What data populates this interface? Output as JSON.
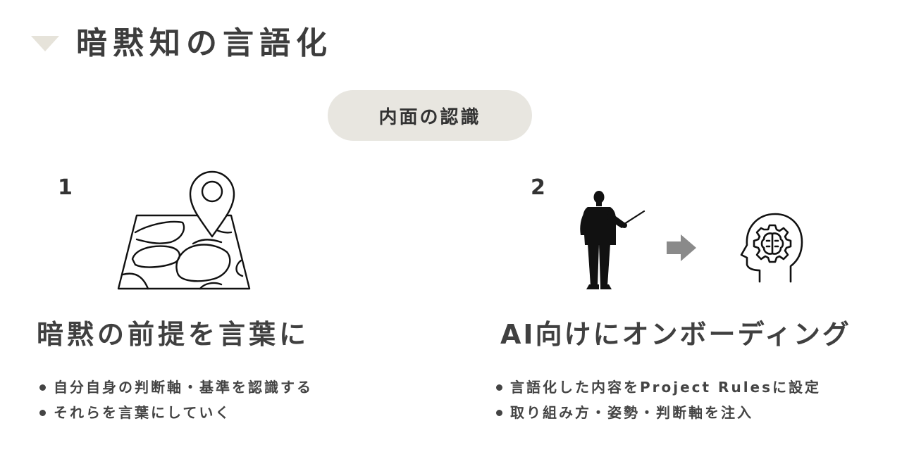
{
  "header": {
    "title": "暗黙知の言語化"
  },
  "pill": {
    "label": "内面の認識"
  },
  "sections": [
    {
      "number": "1",
      "heading": "暗黙の前提を言葉に",
      "bullets": [
        "自分自身の判断軸・基準を認識する",
        "それらを言葉にしていく"
      ]
    },
    {
      "number": "2",
      "heading": "AI向けにオンボーディング",
      "bullets": [
        "言語化した内容をProject Rulesに設定",
        "取り組み方・姿勢・判断軸を注入"
      ]
    }
  ],
  "colors": {
    "text": "#404040",
    "pill_background": "#e8e6e0",
    "triangle": "#e6e3da",
    "arrow": "#8a8a8a"
  },
  "icons": {
    "section_1": "map-pin-icon",
    "section_2_left": "presenter-icon",
    "section_2_middle": "arrow-right-icon",
    "section_2_right": "brain-gear-head-icon"
  }
}
